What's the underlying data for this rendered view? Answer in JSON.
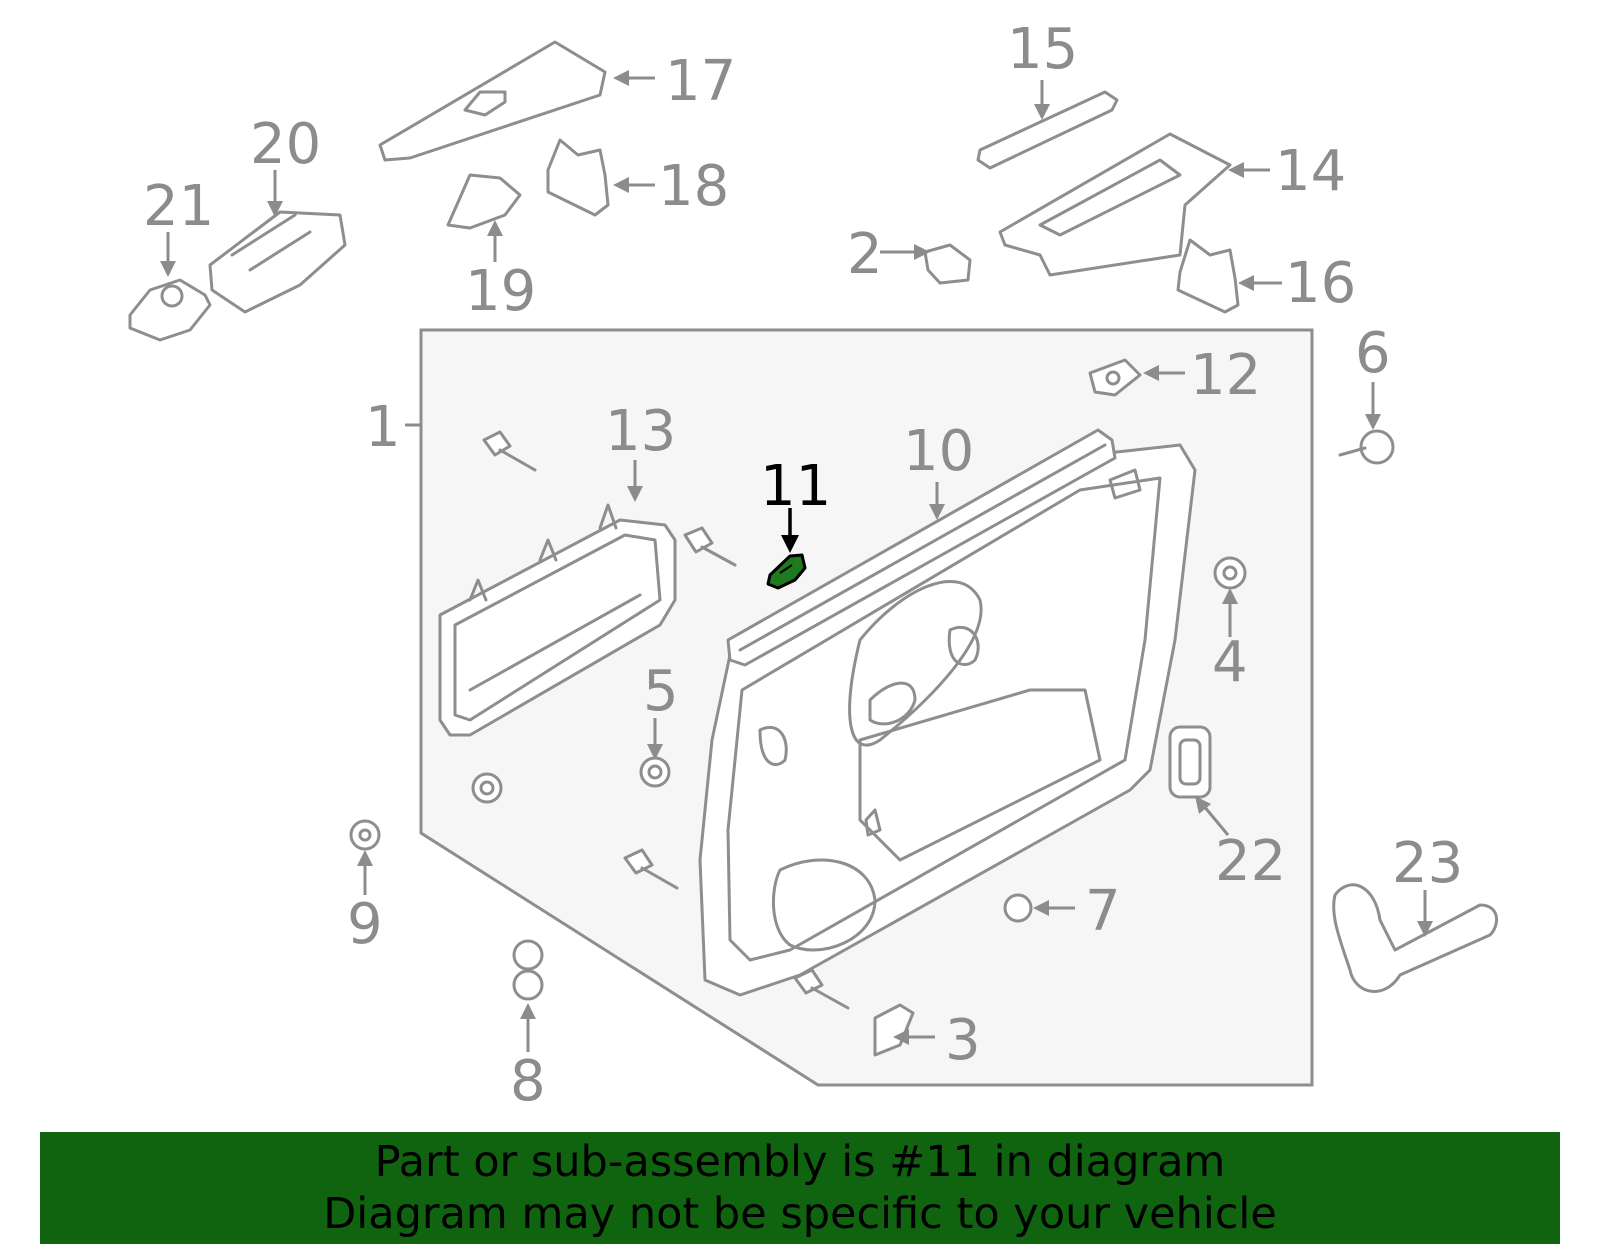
{
  "diagram": {
    "highlighted_part": "11",
    "highlight_color": "#1f7a1f",
    "callouts": [
      "1",
      "2",
      "3",
      "4",
      "5",
      "6",
      "7",
      "8",
      "9",
      "10",
      "11",
      "12",
      "13",
      "14",
      "15",
      "16",
      "17",
      "18",
      "19",
      "20",
      "21",
      "22",
      "23"
    ]
  },
  "banner": {
    "background": "#106410",
    "line1": "Part or sub-assembly is #11 in diagram",
    "line2": "Diagram may not be specific to your vehicle"
  }
}
